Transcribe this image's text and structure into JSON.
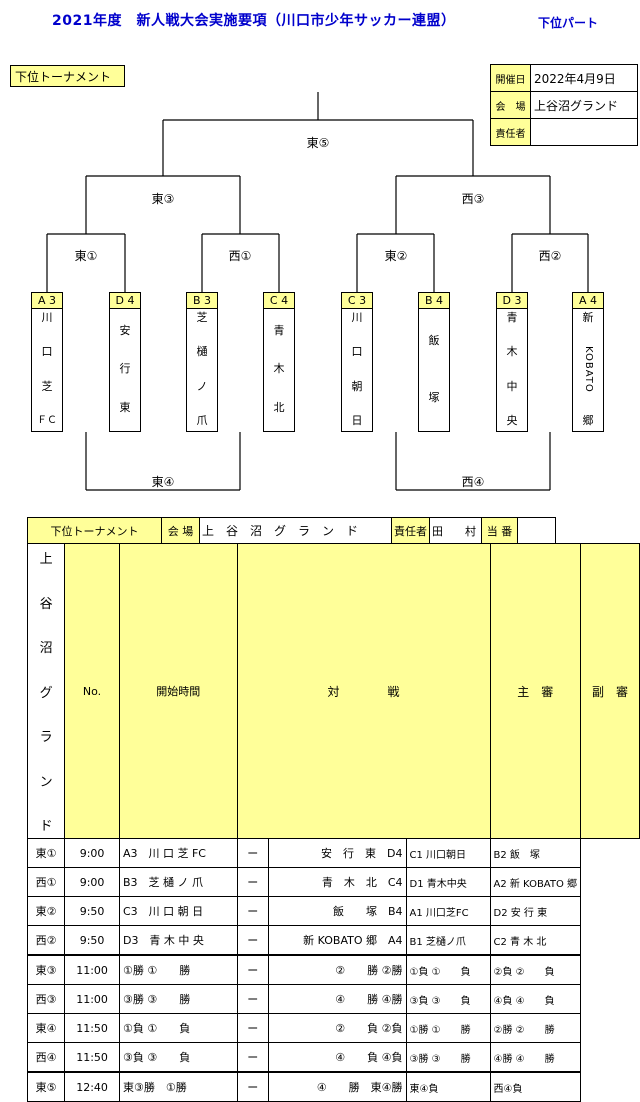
{
  "title": "2021年度　新人戦大会実施要項（川口市少年サッカー連盟）",
  "part": "下位パート",
  "tournament_label": "下位トーナメント",
  "info": {
    "date_h": "開催日",
    "date": "2022年4月9日",
    "venue_h": "会　場",
    "venue": "上谷沼グランド",
    "resp_h": "責任者",
    "resp": ""
  },
  "rounds": {
    "final": "東⑤",
    "semi_e": "東③",
    "semi_w": "西③",
    "q1": "東①",
    "q2": "西①",
    "q3": "東②",
    "q4": "西②",
    "third_e": "東④",
    "third_w": "西④"
  },
  "teams": [
    {
      "seed": "A 3",
      "name": [
        "川",
        "口",
        "芝",
        "ＦＣ"
      ]
    },
    {
      "seed": "D 4",
      "name": [
        "安",
        "行",
        "東"
      ]
    },
    {
      "seed": "B 3",
      "name": [
        "芝",
        "樋",
        "ノ",
        "爪"
      ]
    },
    {
      "seed": "C 4",
      "name": [
        "青",
        "木",
        "北"
      ]
    },
    {
      "seed": "C 3",
      "name": [
        "川",
        "口",
        "朝",
        "日"
      ]
    },
    {
      "seed": "B 4",
      "name": [
        "飯",
        "塚"
      ]
    },
    {
      "seed": "D 3",
      "name": [
        "青",
        "木",
        "中",
        "央"
      ]
    },
    {
      "seed": "A 4",
      "name": [
        "新",
        "KOBATO",
        "郷"
      ]
    }
  ],
  "table": {
    "label": "下位トーナメント",
    "venue_h": "会 場",
    "venue": "上　谷　沼　グ　ラ　ン　ド",
    "resp_h": "責任者",
    "resp": "田　　村",
    "duty_h": "当 番",
    "side": [
      "上",
      "谷",
      "沼",
      "グ",
      "ラ",
      "ン",
      "ド"
    ],
    "h_no": "No.",
    "h_time": "開始時間",
    "h_match": "対　　　　戦",
    "h_ref": "主　審",
    "h_sub": "副　審",
    "rows": [
      {
        "no": "東①",
        "time": "9:00",
        "a": "A3　川 口 芝 FC",
        "dash": "ー",
        "b": "安　行　東　D4",
        "ref": "C1 川口朝日",
        "sub": "B2 飯　塚"
      },
      {
        "no": "西①",
        "time": "9:00",
        "a": "B3　芝 樋 ノ 爪",
        "dash": "ー",
        "b": "青　木　北　C4",
        "ref": "D1 青木中央",
        "sub": "A2 新 KOBATO 郷"
      },
      {
        "no": "東②",
        "time": "9:50",
        "a": "C3　川 口 朝 日",
        "dash": "ー",
        "b": "飯　　塚　B4",
        "ref": "A1 川口芝FC",
        "sub": "D2 安 行 東"
      },
      {
        "no": "西②",
        "time": "9:50",
        "a": "D3　青 木 中 央",
        "dash": "ー",
        "b": "新 KOBATO 郷　A4",
        "ref": "B1 芝樋ノ爪",
        "sub": "C2 青 木 北"
      },
      {
        "no": "東③",
        "time": "11:00",
        "a": "①勝 ①　　勝",
        "dash": "ー",
        "b": "②　　勝 ②勝",
        "ref": "①負 ①　　負",
        "sub": "②負 ②　　負"
      },
      {
        "no": "西③",
        "time": "11:00",
        "a": "③勝 ③　　勝",
        "dash": "ー",
        "b": "④　　勝 ④勝",
        "ref": "③負 ③　　負",
        "sub": "④負 ④　　負"
      },
      {
        "no": "東④",
        "time": "11:50",
        "a": "①負 ①　　負",
        "dash": "ー",
        "b": "②　　負 ②負",
        "ref": "①勝 ①　　勝",
        "sub": "②勝 ②　　勝"
      },
      {
        "no": "西④",
        "time": "11:50",
        "a": "③負 ③　　負",
        "dash": "ー",
        "b": "④　　負 ④負",
        "ref": "③勝 ③　　勝",
        "sub": "④勝 ④　　勝"
      },
      {
        "no": "東⑤",
        "time": "12:40",
        "a": "東③勝　①勝",
        "dash": "ー",
        "b": "④　　勝　東④勝",
        "ref": "東④負",
        "sub": "西④負"
      }
    ]
  }
}
